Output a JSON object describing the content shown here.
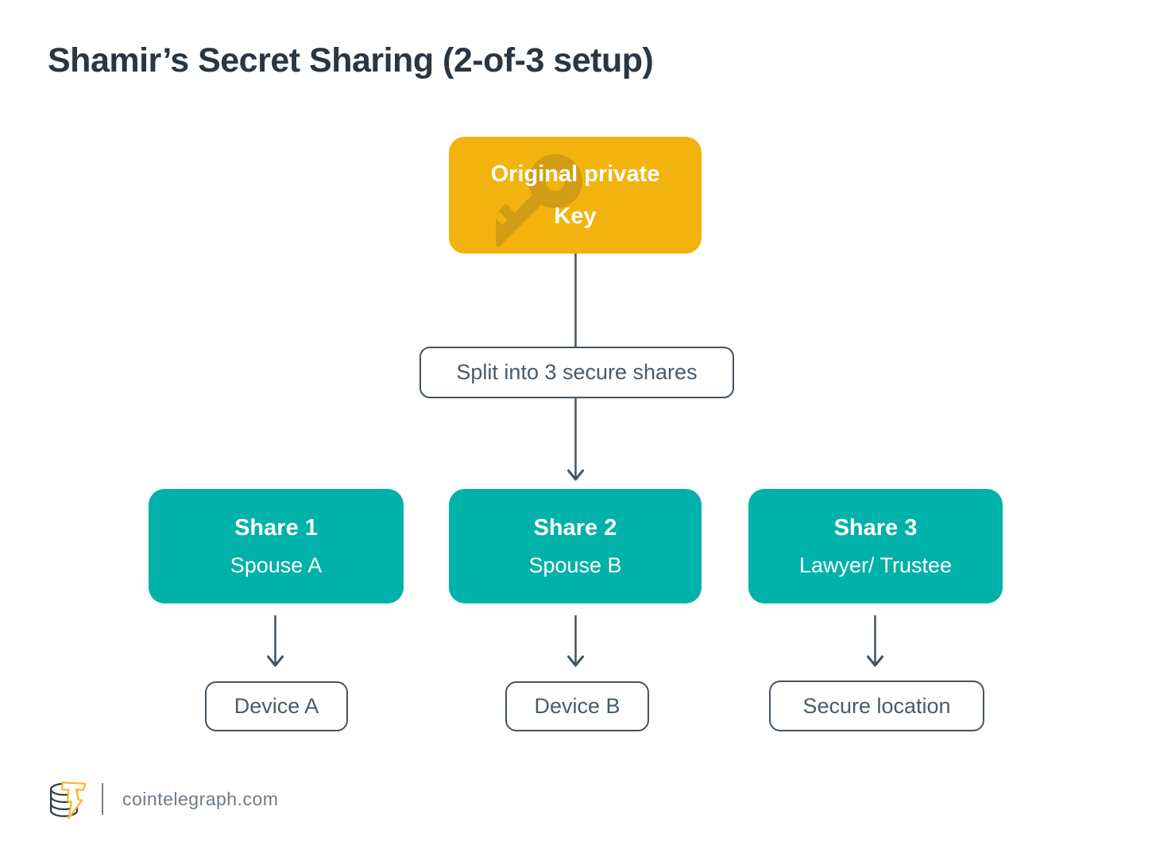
{
  "title": "Shamir’s Secret Sharing (2-of-3 setup)",
  "colors": {
    "accent_yellow": "#F3B30F",
    "key_silhouette": "#D29D15",
    "accent_teal": "#00B2A9",
    "slate": "#44545F",
    "slate_text": "#4A5B66",
    "title_color": "#2A3641",
    "footer_text": "#6F7B85",
    "logo_dark": "#2F3B45",
    "logo_yellow": "#F7B92A"
  },
  "icons": {
    "root_icon": "key-icon",
    "footer_logo": "cointelegraph-coins-bolt-logo"
  },
  "diagram": {
    "root": {
      "label_lines": [
        "Original private",
        "Key"
      ]
    },
    "split_label": "Split into 3 secure shares",
    "shares": [
      {
        "title": "Share 1",
        "subtitle": "Spouse A",
        "target": "Device A"
      },
      {
        "title": "Share 2",
        "subtitle": "Spouse B",
        "target": "Device B"
      },
      {
        "title": "Share 3",
        "subtitle": "Lawyer/ Trustee",
        "target": "Secure location"
      }
    ]
  },
  "footer": {
    "site": "cointelegraph.com"
  }
}
